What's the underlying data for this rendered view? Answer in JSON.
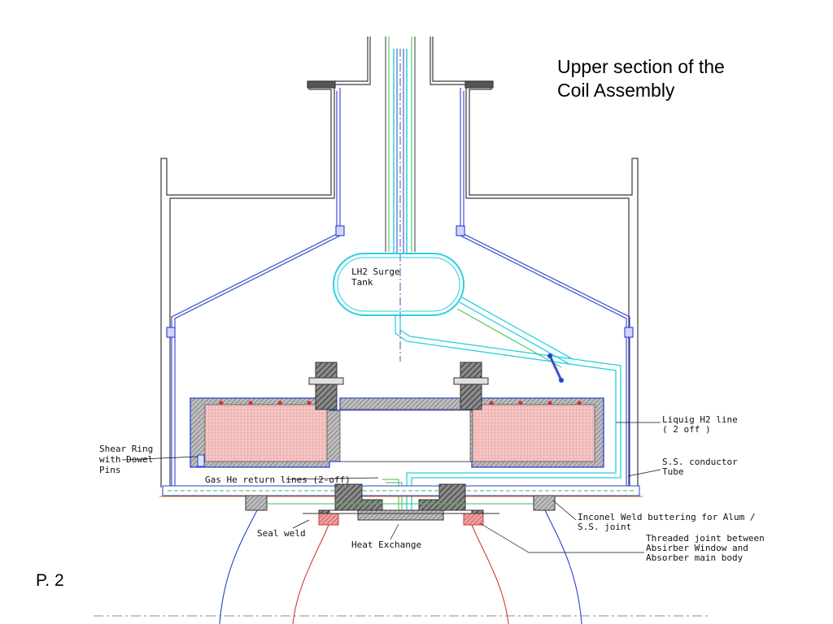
{
  "title": {
    "line1": "Upper section of the",
    "line2": "Coil Assembly"
  },
  "page_number": "P. 2",
  "labels": {
    "surge_tank_1": "LH2 Surge",
    "surge_tank_2": "Tank",
    "shear_ring_1": "Shear Ring",
    "shear_ring_2": "with Dowel",
    "shear_ring_3": "Pins",
    "gas_he": "Gas He return lines (2-off)",
    "liquid_h2_1": "Liquig H2 line",
    "liquid_h2_2": "( 2 off )",
    "ss_conductor_1": "S.S. conductor",
    "ss_conductor_2": "Tube",
    "inconel_1": "Inconel Weld buttering for Alum /",
    "inconel_2": "S.S. joint",
    "threaded_1": "Threaded joint between",
    "threaded_2": "Absirber Window and",
    "threaded_3": "Absorber main body",
    "seal_weld": "Seal weld",
    "heat_exchange": "Heat Exchange"
  },
  "colors": {
    "structure": "#3a3a3a",
    "vessel_blue": "#2a3fd0",
    "cyan_line": "#29d0e0",
    "green_line": "#39c04a",
    "coil_fill": "#f3b8b8",
    "hatch": "#555555",
    "weld_red": "#e06060",
    "lower_red": "#d03a3a"
  }
}
